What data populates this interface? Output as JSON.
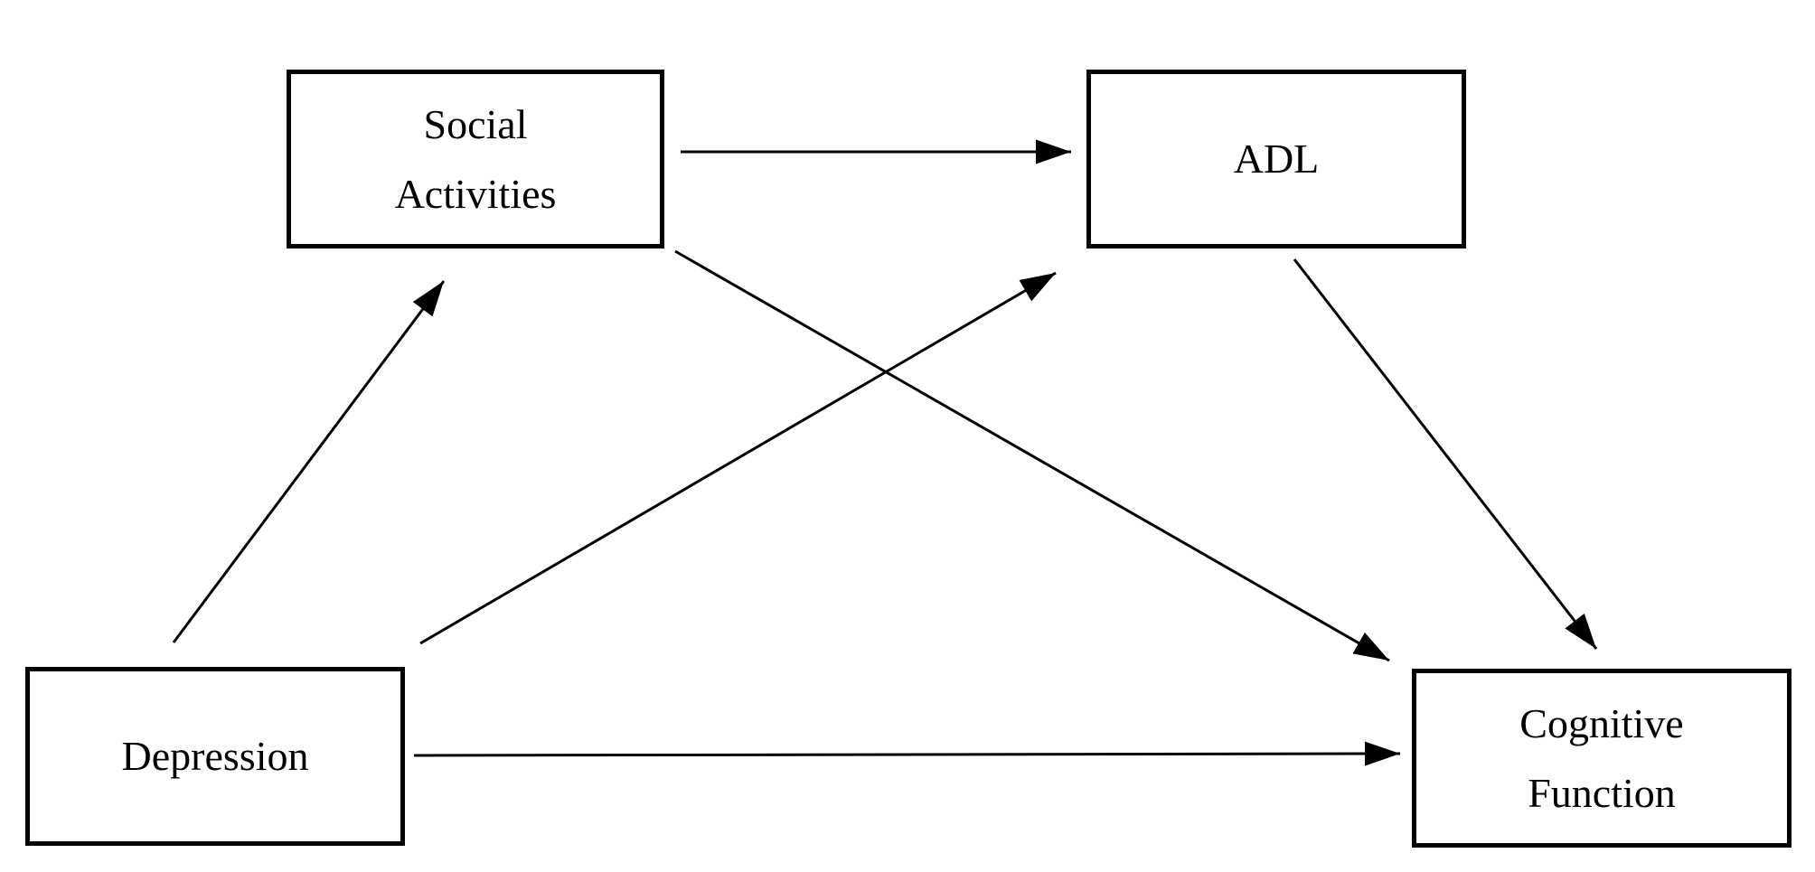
{
  "diagram": {
    "background_color": "#ffffff",
    "line_color": "#000000",
    "text_color": "#000000",
    "nodes": [
      {
        "id": "social-activities",
        "lines": [
          "Social",
          "Activities"
        ]
      },
      {
        "id": "adl",
        "lines": [
          "ADL"
        ]
      },
      {
        "id": "depression",
        "lines": [
          "Depression"
        ]
      },
      {
        "id": "cognitive-function",
        "lines": [
          "Cognitive",
          "Function"
        ]
      }
    ],
    "edges": [
      {
        "from": "Social Activities",
        "to": "ADL"
      },
      {
        "from": "Depression",
        "to": "Social Activities"
      },
      {
        "from": "Depression",
        "to": "ADL"
      },
      {
        "from": "Social Activities",
        "to": "Cognitive Function"
      },
      {
        "from": "ADL",
        "to": "Cognitive Function"
      },
      {
        "from": "Depression",
        "to": "Cognitive Function"
      }
    ]
  }
}
